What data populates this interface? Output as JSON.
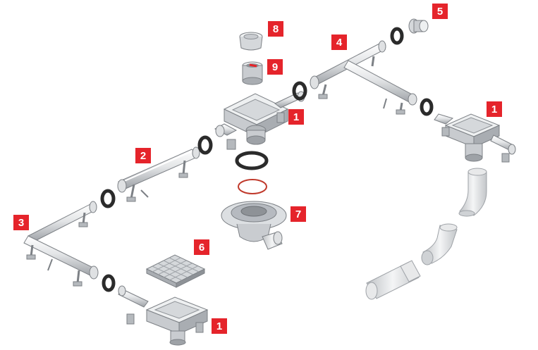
{
  "colors": {
    "badge": "#e5242b",
    "badge_text": "#ffffff",
    "steel_light": "#f1f2f3",
    "steel_mid": "#c9ccd0",
    "steel_dark": "#8e9297",
    "gasket": "#2b2b2b",
    "oring": "#c0392b",
    "pipe": "#e8e9ea"
  },
  "labels": {
    "outlet_box_a": "1",
    "outlet_box_b": "1",
    "outlet_box_c": "1",
    "channel_straight": "2",
    "channel_corner": "3",
    "channel_tee": "4",
    "end_cap": "5",
    "grate": "6",
    "drain_body": "7",
    "strainer": "8",
    "odour_trap": "9"
  },
  "parts": [
    {
      "label": "1",
      "icon": "outlet-box-icon"
    },
    {
      "label": "2",
      "icon": "straight-channel-icon"
    },
    {
      "label": "3",
      "icon": "corner-channel-icon"
    },
    {
      "label": "4",
      "icon": "tee-channel-icon"
    },
    {
      "label": "5",
      "icon": "end-cap-icon"
    },
    {
      "label": "6",
      "icon": "square-grate-icon"
    },
    {
      "label": "7",
      "icon": "drain-body-icon"
    },
    {
      "label": "8",
      "icon": "strainer-basket-icon"
    },
    {
      "label": "9",
      "icon": "odour-trap-icon"
    }
  ]
}
